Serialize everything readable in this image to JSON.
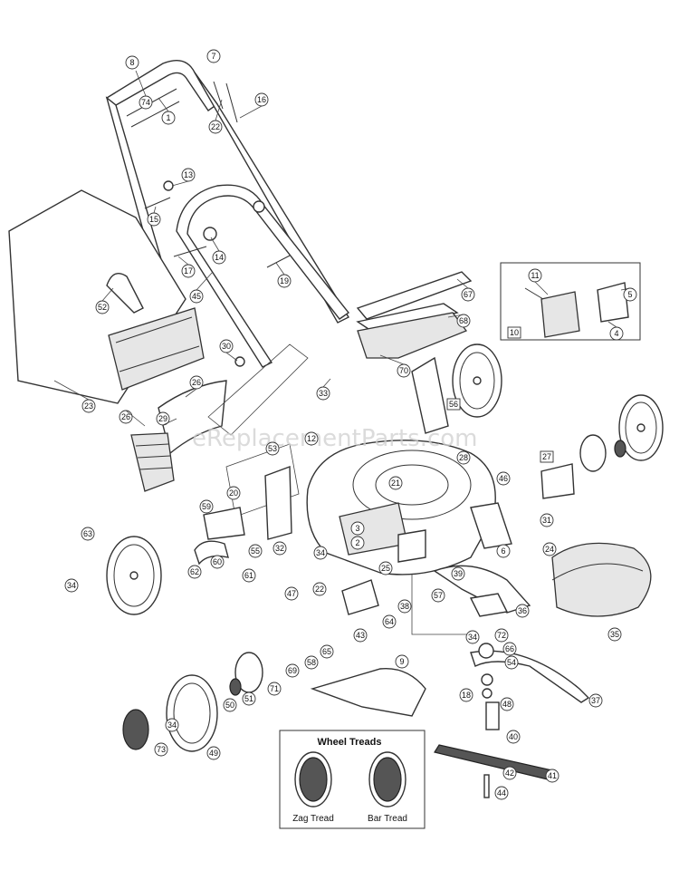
{
  "watermark": "eReplacementParts.com",
  "wheel_treads": {
    "title": "Wheel Treads",
    "zag_label": "Zag Tread",
    "bar_label": "Bar Tread"
  },
  "callouts": {
    "c1": "1",
    "c2": "2",
    "c3": "3",
    "c4": "4",
    "c5": "5",
    "c6": "6",
    "c7": "7",
    "c8": "8",
    "c9": "9",
    "c11": "11",
    "c12": "12",
    "c13": "13",
    "c14": "14",
    "c15": "15",
    "c16": "16",
    "c17": "17",
    "c18": "18",
    "c19": "19",
    "c20": "20",
    "c21": "21",
    "c22": "22",
    "c23": "23",
    "c24": "24",
    "c25": "25",
    "c26a": "26",
    "c26b": "26",
    "c28": "28",
    "c29": "29",
    "c30": "30",
    "c31": "31",
    "c32": "32",
    "c33": "33",
    "c34a": "34",
    "c34b": "34",
    "c34c": "34",
    "c34d": "34",
    "c35": "35",
    "c36": "36",
    "c37": "37",
    "c38": "38",
    "c39": "39",
    "c40": "40",
    "c41": "41",
    "c42": "42",
    "c43": "43",
    "c44": "44",
    "c45": "45",
    "c46": "46",
    "c47": "47",
    "c48": "48",
    "c49": "49",
    "c50": "50",
    "c51": "51",
    "c52": "52",
    "c53": "53",
    "c54": "54",
    "c55": "55",
    "c57": "57",
    "c58": "58",
    "c59": "59",
    "c60": "60",
    "c61": "61",
    "c62": "62",
    "c63": "63",
    "c64": "64",
    "c65": "65",
    "c66": "66",
    "c67": "67",
    "c68": "68",
    "c69": "69",
    "c70": "70",
    "c71": "71",
    "c72": "72",
    "c73": "73",
    "c74": "74"
  },
  "boxed_callouts": {
    "b10": "10",
    "b27": "27",
    "b56": "56"
  }
}
